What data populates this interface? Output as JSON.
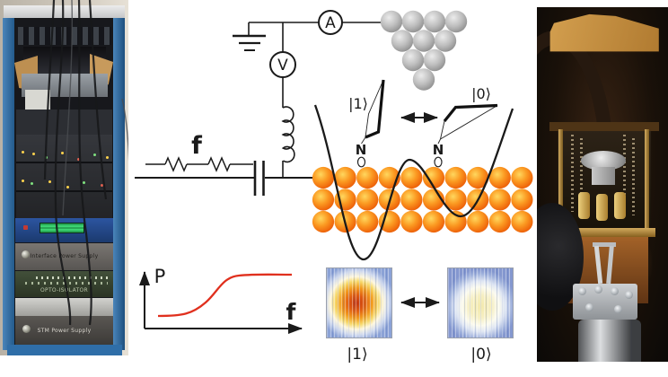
{
  "left_photo": {
    "description": "rack of control electronics",
    "equipment": [
      "Interface Power Supply",
      "OPTO-ISOLATOR",
      "STM Power Supply"
    ]
  },
  "circuit": {
    "ammeter_label": "A",
    "voltmeter_label": "V",
    "rf_label": "f"
  },
  "states": {
    "state1_label": "|1⟩",
    "state0_label": "|0⟩",
    "left_atom_label": "N",
    "right_atom_label": "N"
  },
  "plot": {
    "ylabel": "P",
    "xlabel": "f"
  },
  "stm_images": {
    "left_label": "|1⟩",
    "right_label": "|0⟩"
  },
  "right_photo": {
    "description": "STM head with gold plate and scanner"
  },
  "chart_data": {
    "type": "line",
    "title": "",
    "xlabel": "f",
    "ylabel": "P",
    "description": "schematic switching-probability sigmoid, no numeric ticks",
    "x_norm": [
      0.0,
      0.25,
      0.4,
      0.55,
      0.7,
      1.0
    ],
    "y_norm": [
      0.05,
      0.06,
      0.3,
      0.85,
      0.97,
      0.98
    ],
    "curve_color": "#e0301e",
    "grid": false,
    "legend": false
  },
  "colors": {
    "lattice_orange": "#f47a12",
    "tip_gray": "#b9b9b9",
    "line_black": "#1a1a1a",
    "sigmoid_red": "#e0301e",
    "rack_blue": "#2f6ea8"
  }
}
